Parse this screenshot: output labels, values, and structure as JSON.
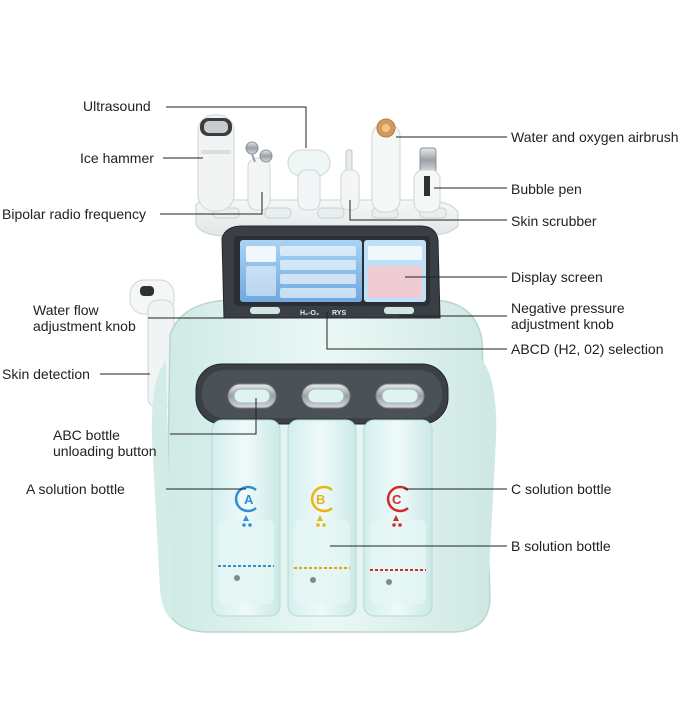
{
  "labels": {
    "ultrasound": "Ultrasound",
    "ice_hammer": "Ice hammer",
    "bipolar_rf": "Bipolar radio frequency",
    "water_flow_1": "Water flow",
    "water_flow_2": "adjustment knob",
    "skin_detection": "Skin detection",
    "abc_bottle_1": "ABC bottle",
    "abc_bottle_2": "unloading button",
    "a_solution": "A solution bottle",
    "water_oxygen": "Water and oxygen airbrush",
    "bubble_pen": "Bubble pen",
    "skin_scrubber": "Skin scrubber",
    "display_screen": "Display screen",
    "neg_pressure_1": "Negative pressure",
    "neg_pressure_2": "adjustment knob",
    "abcd_selection": "ABCD (H2, 02) selection",
    "c_solution": "C solution bottle",
    "b_solution": "B solution bottle"
  },
  "bottles": {
    "a_letter": "A",
    "b_letter": "B",
    "c_letter": "C"
  },
  "panel": {
    "brand_left": "H₂-O₂",
    "brand_right": "RYS"
  },
  "colors": {
    "body": "#dff3ef",
    "body_shadow": "#bfe2dc",
    "bottle_a": "#2f8fd8",
    "bottle_b": "#e8b514",
    "bottle_c": "#d42a2a",
    "screen": "#8fc3ea",
    "bezel": "#2b2f33"
  }
}
